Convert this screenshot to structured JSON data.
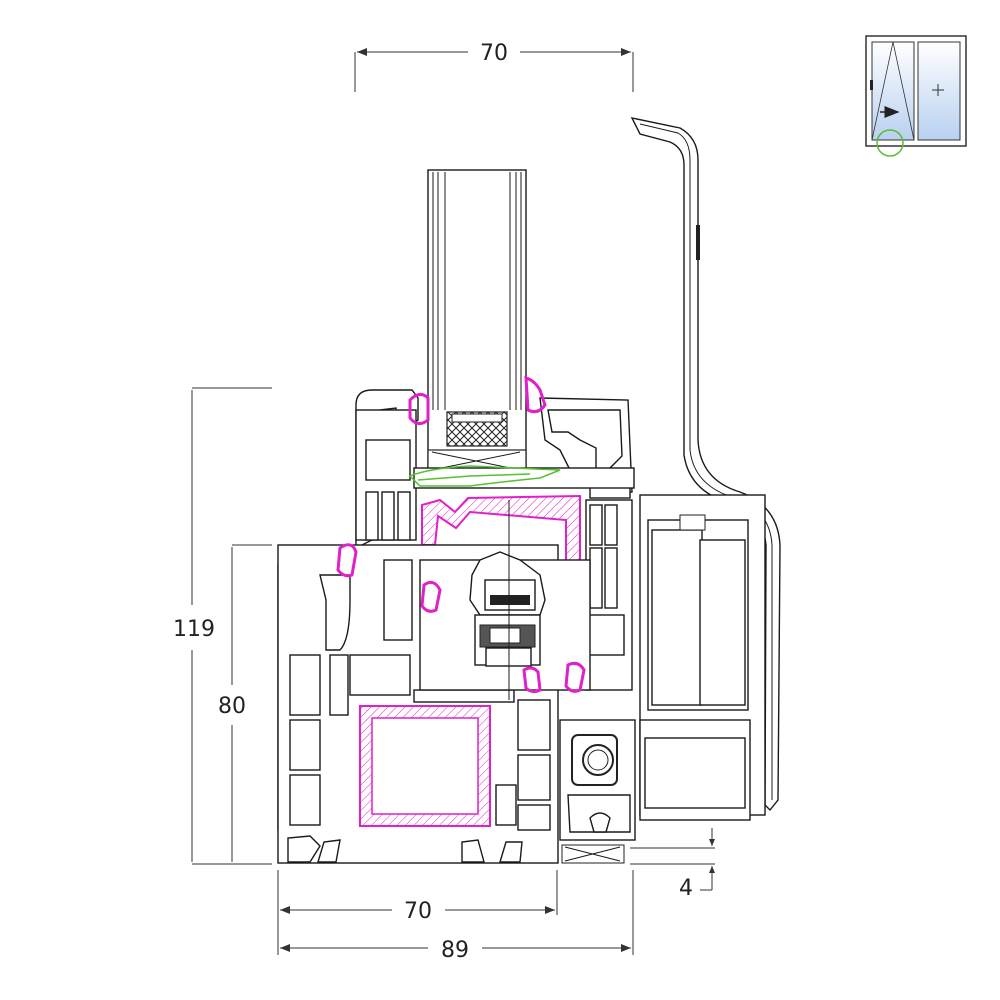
{
  "dimensions": {
    "top_sash_width": "70",
    "total_height": "119",
    "frame_height": "80",
    "bottom_frame_width": "70",
    "overall_width": "89",
    "offset": "4"
  },
  "icons": {
    "window_thumbnail": "tilt-turn-window-icon",
    "section_marker": "green-circle-marker"
  },
  "colors": {
    "gasket": "#e020c8",
    "reinforcement": "#e020c8",
    "glazing_bead_highlight": "#55c030",
    "glass_tint": "#b8d0f0",
    "line": "#1a1a1a"
  }
}
